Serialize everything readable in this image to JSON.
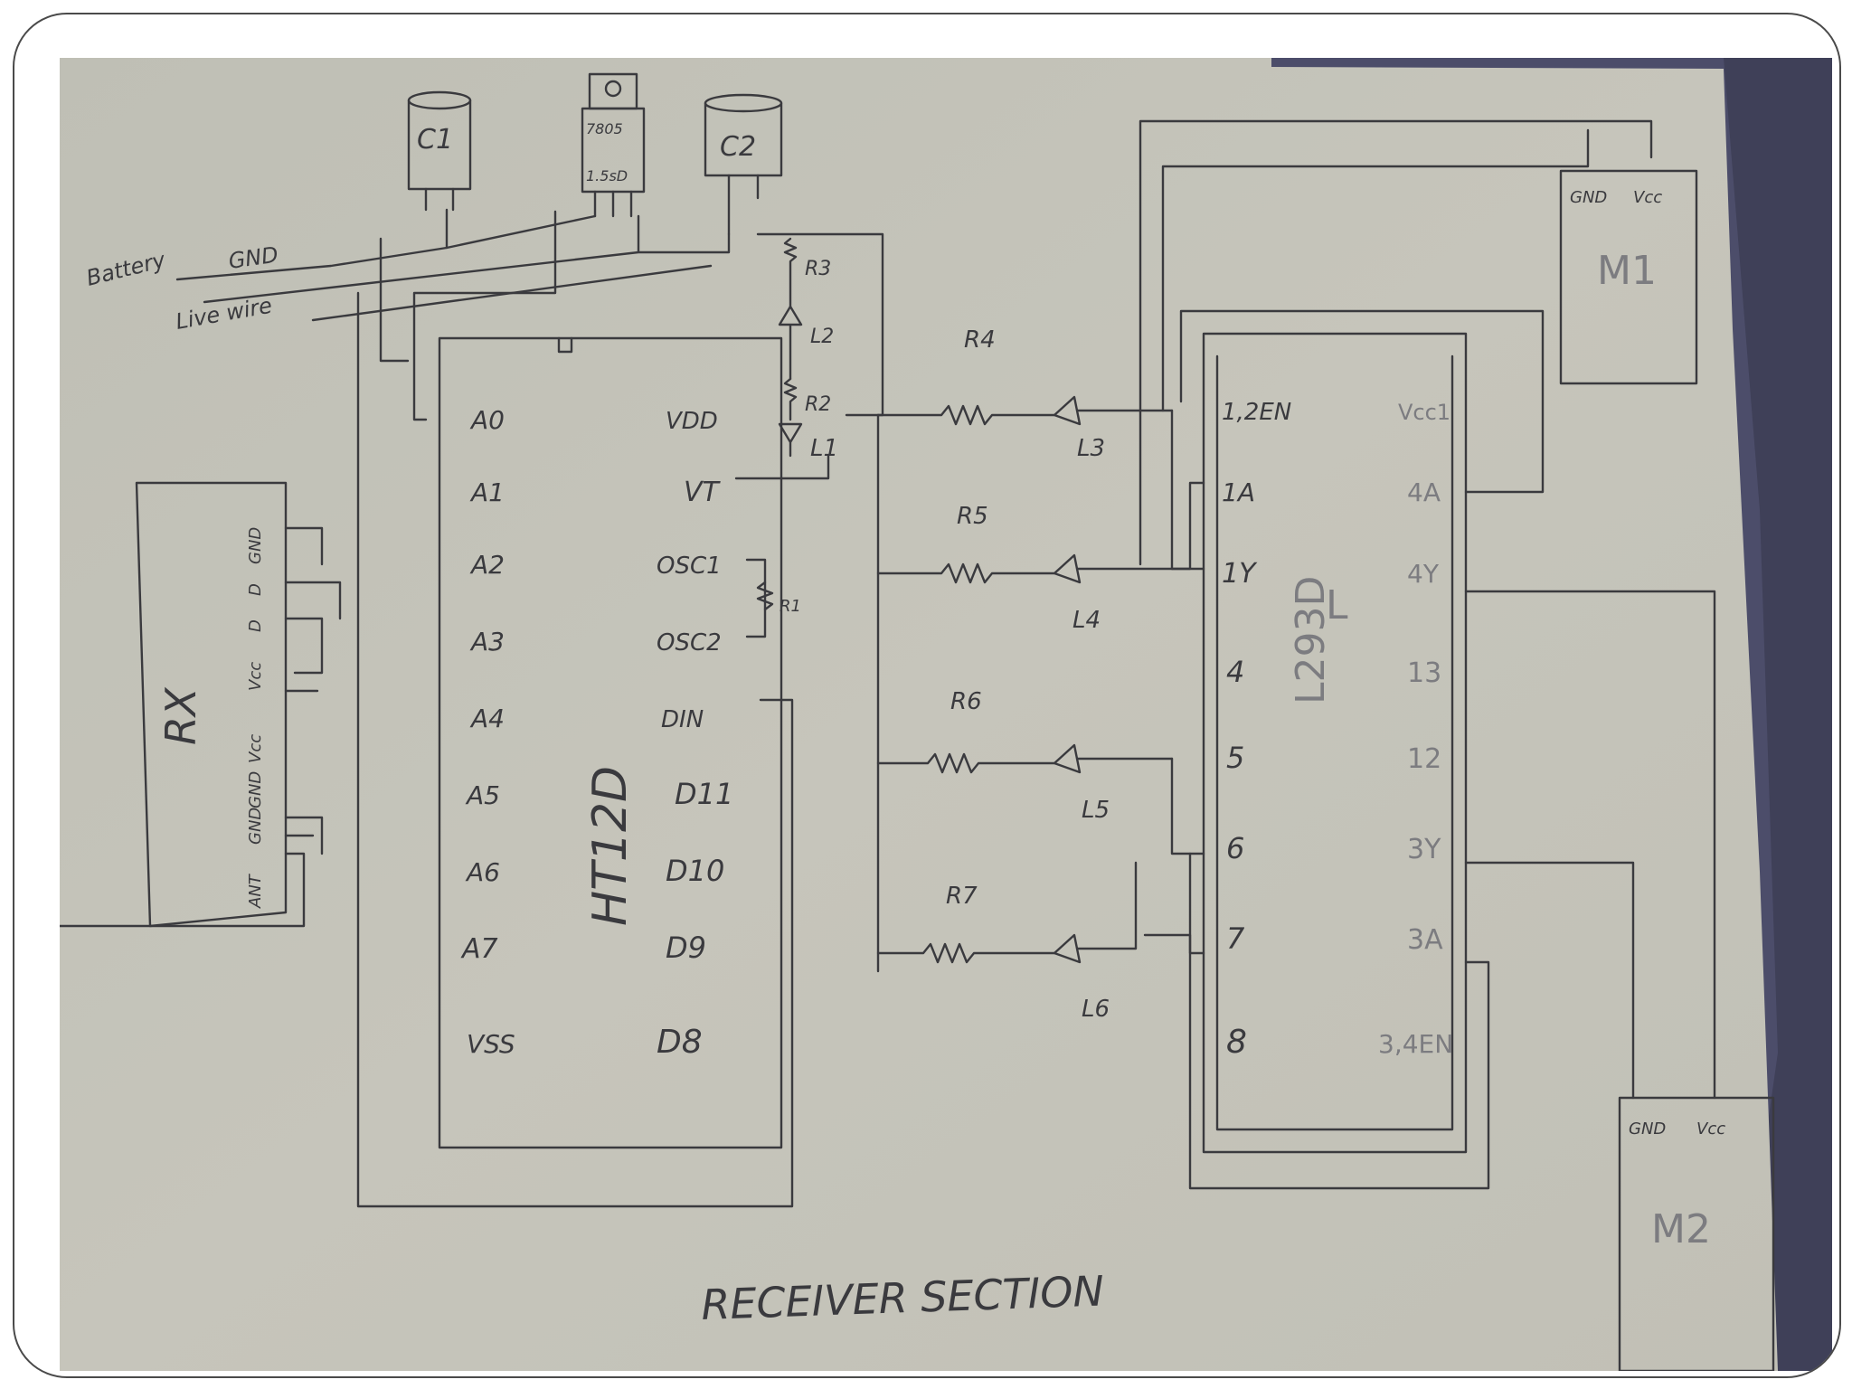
{
  "caption": "RECEIVER SECTION",
  "colors": {
    "paper": "#c3c2b8",
    "ink": "#3a3a3e",
    "cloth": "#4c4d6a",
    "frame": "#4a4a4a"
  },
  "power": {
    "c1": "C1",
    "regulator_top": "7805",
    "regulator_bottom": "1.5sD",
    "c2": "C2",
    "battery": "Battery",
    "gnd": "GND",
    "live_wire": "Live wire"
  },
  "rx": {
    "name": "RX",
    "pins": [
      "GND",
      "D",
      "D",
      "Vcc",
      "Vcc",
      "GND",
      "GND",
      "ANT"
    ]
  },
  "decoder": {
    "name": "HT12D",
    "left_pins": [
      "A0",
      "A1",
      "A2",
      "A3",
      "A4",
      "A5",
      "A6",
      "A7",
      "VSS"
    ],
    "right_pins": [
      "VDD",
      "VT",
      "OSC1",
      "OSC2",
      "DIN",
      "D11",
      "D10",
      "D9",
      "D8"
    ]
  },
  "passives": {
    "r1": "R1",
    "r2": "R2",
    "r3": "R3",
    "r4": "R4",
    "r5": "R5",
    "r6": "R6",
    "r7": "R7",
    "l1": "L1",
    "l2": "L2",
    "l3": "L3",
    "l4": "L4",
    "l5": "L5",
    "l6": "L6"
  },
  "driver": {
    "name": "L293D",
    "left_pins": [
      "1,2EN",
      "1A",
      "1Y",
      "4",
      "5",
      "6",
      "7",
      "8"
    ],
    "right_pins": [
      "Vcc1",
      "4A",
      "4Y",
      "13",
      "12",
      "3Y",
      "3A",
      "3,4EN"
    ]
  },
  "motors": {
    "m1": {
      "name": "M1",
      "gnd": "GND",
      "vcc": "Vcc"
    },
    "m2": {
      "name": "M2",
      "gnd": "GND",
      "vcc": "Vcc"
    }
  }
}
